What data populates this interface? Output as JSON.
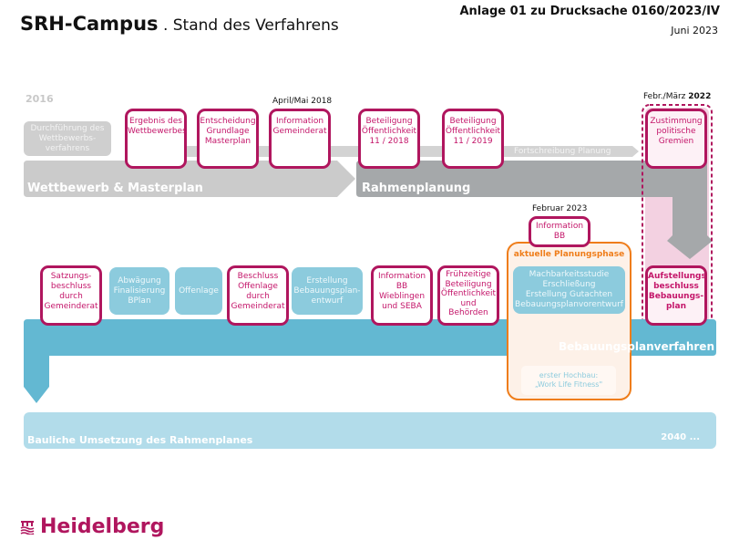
{
  "header": {
    "title_bold": "SRH-Campus",
    "title_rest": " . Stand des Verfahrens",
    "document_ref": "Anlage 01 zu Drucksache 0160/2023/IV",
    "date": "Juni 2023"
  },
  "timeline_top": {
    "start_year": "2016",
    "date_april_mai": "April/Mai 2018",
    "date_febr_maerz_prefix": "Febr./März ",
    "date_febr_maerz_year": "2022",
    "competition_box": [
      "Durchführung des",
      "Wettbewerbs-",
      "verfahrens"
    ],
    "milestones": [
      {
        "lines": [
          "Ergebnis des",
          "Wettbewerbes"
        ]
      },
      {
        "lines": [
          "Entscheidung",
          "Grundlage",
          "Masterplan"
        ]
      },
      {
        "lines": [
          "Information",
          "Gemeinderat"
        ]
      },
      {
        "lines": [
          "Beteiligung",
          "Öffentlichkeit",
          "11 / 2018"
        ]
      },
      {
        "lines": [
          "Beteiligung",
          "Öffentlichkeit",
          "11 / 2019"
        ]
      },
      {
        "lines": [
          "Zustimmung",
          "politische",
          "Gremien"
        ]
      }
    ],
    "fortschreibung": "Fortschreibung Planung",
    "phase1": "Wettbewerb & Masterplan",
    "phase2": "Rahmenplanung"
  },
  "timeline_mid": {
    "date_feb_2023": "Februar 2023",
    "info_bb": [
      "Information",
      "BB"
    ],
    "current_phase_label": "aktuelle Planungsphase",
    "current_phase_tasks": [
      "Machbarkeitsstudie",
      "Erschließung",
      "Erstellung Gutachten",
      "Bebauungsplanvorentwurf"
    ],
    "first_building": [
      "erster Hochbau:",
      "„Work Life Fitness\""
    ],
    "steps": [
      {
        "type": "milestone",
        "lines": [
          "Satzungs-",
          "beschluss",
          "durch",
          "Gemeinderat"
        ]
      },
      {
        "type": "task",
        "lines": [
          "Abwägung",
          "Finalisierung",
          "BPlan"
        ]
      },
      {
        "type": "task",
        "lines": [
          "Offenlage"
        ]
      },
      {
        "type": "milestone",
        "lines": [
          "Beschluss",
          "Offenlage",
          "durch",
          "Gemeinderat"
        ]
      },
      {
        "type": "task",
        "lines": [
          "Erstellung",
          "Bebauungsplan-",
          "entwurf"
        ]
      },
      {
        "type": "milestone",
        "lines": [
          "Information",
          "BB",
          "Wieblingen",
          "und SEBA"
        ]
      },
      {
        "type": "milestone",
        "lines": [
          "Frühzeitige",
          "Beteiligung",
          "Öffentlichkeit",
          "und",
          "Behörden"
        ]
      }
    ],
    "aufstellung": [
      "Aufstellungs",
      "beschluss",
      "Bebauungs-",
      "plan"
    ],
    "phase3": "Bebauungsplanverfahren"
  },
  "timeline_bottom": {
    "phase4": "Bauliche Umsetzung des Rahmenplanes",
    "end_year": "2040 ..."
  },
  "colors": {
    "magenta": "#b0165e",
    "magenta_text": "#c4166a",
    "orange": "#ef7d1a",
    "blue_bar": "#63b8d2",
    "blue_light": "#b2dcea",
    "gray_dark": "#a5a8aa",
    "gray_light": "#cfcfcf",
    "pink_bg": "#f3d1e1"
  },
  "footer": {
    "logo_text": "Heidelberg"
  }
}
